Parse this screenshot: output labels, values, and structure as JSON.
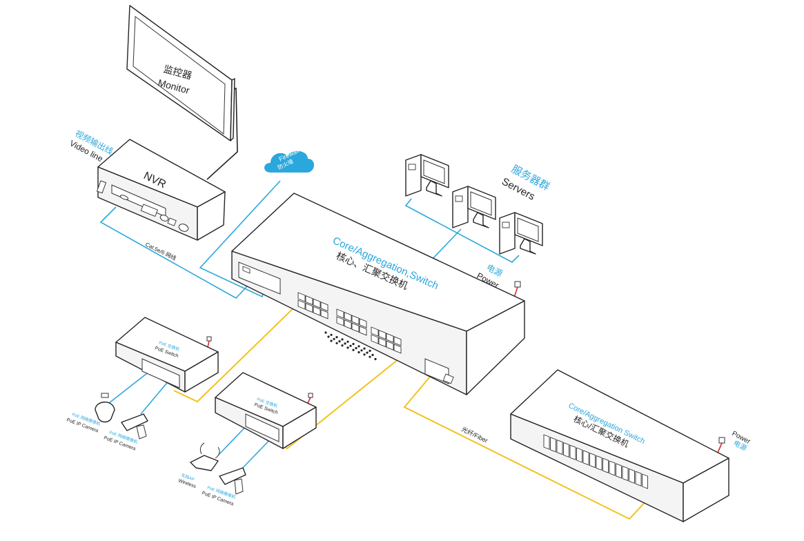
{
  "diagram": {
    "title": "Network topology",
    "colors": {
      "ethernet_cable": "#2aa7dc",
      "fiber_cable": "#f2c21b",
      "power_cable": "#e0262b",
      "label_accent": "#2aa7dc",
      "label_text": "#222222"
    },
    "monitor": {
      "label_cn": "监控器",
      "label_en": "Monitor"
    },
    "nvr": {
      "label": "NVR"
    },
    "video_line": {
      "label_cn": "视频输出线",
      "label_en": "Video line"
    },
    "cat_cable": {
      "label": "Cat.5e/6 网线"
    },
    "firewall": {
      "label_en": "Firewall",
      "label_cn": "防火墙"
    },
    "core_switch_main": {
      "label_en": "Core/Aggregation,Switch",
      "label_cn": "核心、汇聚交换机"
    },
    "servers": {
      "label_cn": "服务器群",
      "label_en": "Servers"
    },
    "power_main": {
      "label_cn": "电源",
      "label_en": "Power"
    },
    "poe_switch_1": {
      "label_cn": "PoE 交换机",
      "label_en": "PoE Switch"
    },
    "poe_switch_2": {
      "label_cn": "PoE 交换机",
      "label_en": "PoE Switch"
    },
    "camera_dome": {
      "label_cn": "PoE 网络摄像机",
      "label_en": "PoE IP Camera"
    },
    "camera_bullet_1": {
      "label_cn": "PoE 网络摄像机",
      "label_en": "PoE IP Camera"
    },
    "wireless_ap": {
      "label_cn": "无线AP",
      "label_en": "Wireless"
    },
    "camera_bullet_2": {
      "label_cn": "PoE 网络摄像机",
      "label_en": "PoE IP Camera"
    },
    "fiber": {
      "label": "光纤/Fiber"
    },
    "core_switch_2": {
      "label_en": "Core/Aggregation Switch",
      "label_cn": "核心/汇聚交换机"
    },
    "power_2": {
      "label_en": "Power",
      "label_cn": "电源"
    }
  }
}
